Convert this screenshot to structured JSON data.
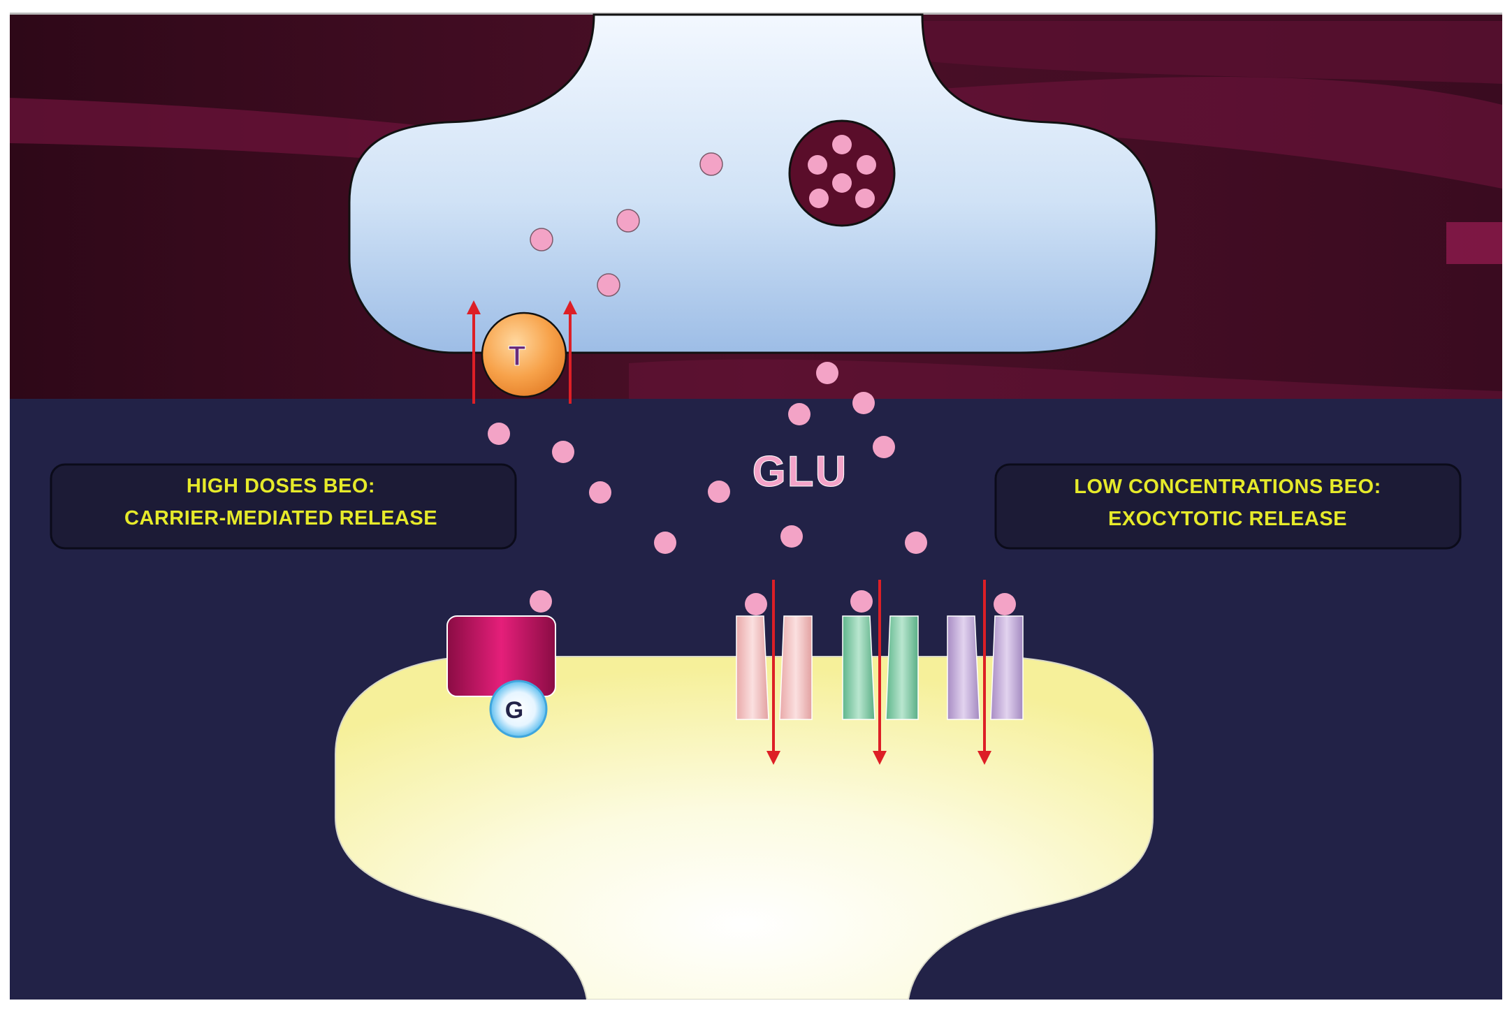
{
  "labels": {
    "left_line1": "HIGH DOSES BEO:",
    "left_line2": "CARRIER-MEDIATED  RELEASE",
    "right_line1": "LOW CONCENTRATIONS  BEO:",
    "right_line2": "EXOCYTOTIC  RELEASE",
    "glu": "GLU",
    "transporter": "T",
    "gprotein": "G"
  },
  "colors": {
    "label_text": "#e6ea2a",
    "glu_text": "#f4a3c8",
    "upper_background": "#4a0e26",
    "lower_background": "#222247",
    "presynaptic_fill": "#dce9f8",
    "postsynaptic_fill": "#f7f4a6",
    "glutamate_dot": "#f3a3c6",
    "transporter": "#f5a04a",
    "receptor_metabotropic": "#c8186a",
    "gprotein": "#4cb7ee",
    "channel_1": "#f2c3c3",
    "channel_2": "#82c9a6",
    "channel_3": "#c6a8d8",
    "arrow": "#dd1f26"
  }
}
